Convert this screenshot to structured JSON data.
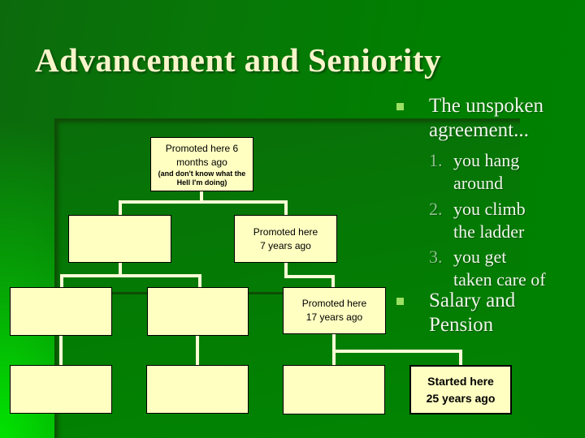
{
  "slide_title": "Advancement and Seniority",
  "right_column": {
    "bullet_items": [
      {
        "lines": [
          "The unspoken",
          "agreement..."
        ]
      },
      {
        "lines": [
          "Salary and",
          "Pension"
        ]
      }
    ],
    "numbered_items": [
      {
        "number": "1.",
        "lines": [
          "you hang",
          "around"
        ]
      },
      {
        "number": "2.",
        "lines": [
          "you climb",
          "the ladder"
        ]
      },
      {
        "number": "3.",
        "lines": [
          "you get",
          "taken care of"
        ]
      }
    ]
  },
  "org_chart": {
    "boxes": {
      "top": {
        "lines": [
          "Promoted here 6",
          "months ago"
        ],
        "sub_lines": [
          "(and don't know what the",
          "Hell I'm doing)"
        ]
      },
      "mid_right": {
        "lines": [
          "Promoted here",
          "7 years ago"
        ]
      },
      "row3_right": {
        "lines": [
          "Promoted here",
          "17 years ago"
        ]
      },
      "bottom_right": {
        "lines": [
          "Started here",
          "25 years ago"
        ]
      }
    }
  },
  "colors": {
    "background_green": "#008000",
    "background_dark_green": "#0c6a0c",
    "background_bright_green": "#00d400",
    "title_cream": "#f8f4ca",
    "body_text": "#eff6ea",
    "number_green": "#8fbf8f",
    "bullet_lime": "#9be163",
    "box_fill": "#ffffc2",
    "box_border": "#000000",
    "connector_cream": "#fcfcd6"
  }
}
